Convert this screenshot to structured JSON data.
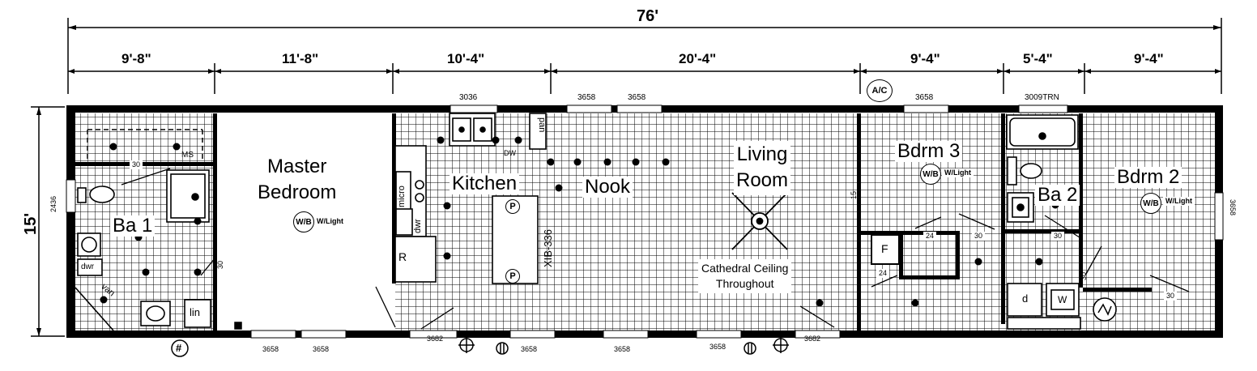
{
  "dimensions": {
    "overall_length": "76'",
    "overall_width": "15'",
    "segments": [
      "9'-8\"",
      "11'-8\"",
      "10'-4\"",
      "20'-4\"",
      "9'-4\"",
      "5'-4\"",
      "9'-4\""
    ]
  },
  "rooms": {
    "master_bedroom": "Master\nBedroom",
    "kitchen": "Kitchen",
    "nook": "Nook",
    "living_room": "Living\nRoom",
    "bedroom_3": "Bdrm 3",
    "bedroom_2": "Bdrm 2",
    "bath_1": "Ba 1",
    "bath_2": "Ba 2"
  },
  "notes": {
    "ceiling": "Cathedral Ceiling\nThroughout",
    "wb_symbol": "W/B",
    "wb_light": "W/Light",
    "island": "XIB-336",
    "ac": "A/C",
    "pantry": "pan",
    "dishwasher": "DW",
    "microwave": "micro",
    "dryer_kitchen": "dwr",
    "dryer_bath": "dwr",
    "range": "R",
    "sink_p": "P",
    "ms": "MS",
    "linen": "lin",
    "vanity": "van",
    "furnace": "F",
    "dryer_utility": "d",
    "washer": "W",
    "water_heater": "WH",
    "hash": "#"
  },
  "windows": {
    "top_kitchen": "3036",
    "top_nook_1": "3658",
    "top_nook_2": "3658",
    "top_bdrm3": "3658",
    "top_ba2": "3009TRN",
    "left_end": "2436",
    "right_end": "3658",
    "bottom_master_1": "3658",
    "bottom_master_2": "3658",
    "bottom_door_1": "3682",
    "bottom_living_1": "3658",
    "bottom_living_2": "3658",
    "bottom_living_3": "3658",
    "bottom_door_2": "3682"
  },
  "door_widths": {
    "ba1_top": "30",
    "ba1_side": "30",
    "bdrm3_closet": "24",
    "bdrm3_door": "30",
    "ba2_door": "30",
    "furnace_door": "24",
    "utility_door": "30",
    "bdrm2_closet": "30",
    "living_wall": "15"
  }
}
